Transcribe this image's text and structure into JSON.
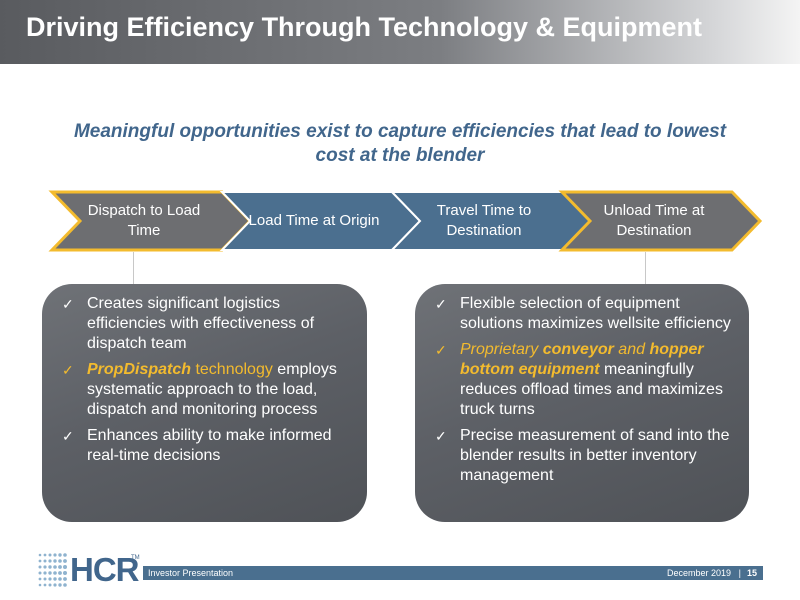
{
  "title": "Driving Efficiency Through Technology & Equipment",
  "subtitle": "Meaningful opportunities exist to capture efficiencies that lead to lowest cost at the blender",
  "process_steps": [
    {
      "label": "Dispatch to Load Time",
      "color": "#6d6e71",
      "border": "#f3bb2e"
    },
    {
      "label": "Load Time at Origin",
      "color": "#4b6f8f"
    },
    {
      "label": "Travel Time to Destination",
      "color": "#4b6f8f"
    },
    {
      "label": "Unload Time at Destination",
      "color": "#6d6e71",
      "border": "#f3bb2e"
    }
  ],
  "left_panel": {
    "bullets": [
      {
        "text": "Creates significant logistics efficiencies with effectiveness of dispatch team"
      },
      {
        "highlight": "PropDispatch",
        "rest": " technology",
        "after": " employs systematic approach to the load, dispatch and monitoring process"
      },
      {
        "text": "Enhances ability to make informed real-time decisions"
      }
    ]
  },
  "right_panel": {
    "bullets": [
      {
        "text": "Flexible selection of equipment solutions maximizes wellsite efficiency"
      },
      {
        "p1": "Proprietary ",
        "b1": "conveyor",
        "p2": " and ",
        "b2": "hopper bottom equipment",
        "after": " meaningfully reduces offload times and maximizes truck turns"
      },
      {
        "text": "Precise measurement of sand into the blender results in better inventory management"
      }
    ]
  },
  "footer": {
    "label": "Investor Presentation",
    "date": "December 2019",
    "separator": "|",
    "page": "15"
  },
  "logo": {
    "text": "HCR",
    "tm": "TM"
  },
  "icons": {
    "bullet": "check-icon",
    "logo": "dot-grid-logo-icon"
  },
  "colors": {
    "accent_blue": "#41668c",
    "gold": "#f3bb2e",
    "panel_gray": "#5d6066"
  }
}
